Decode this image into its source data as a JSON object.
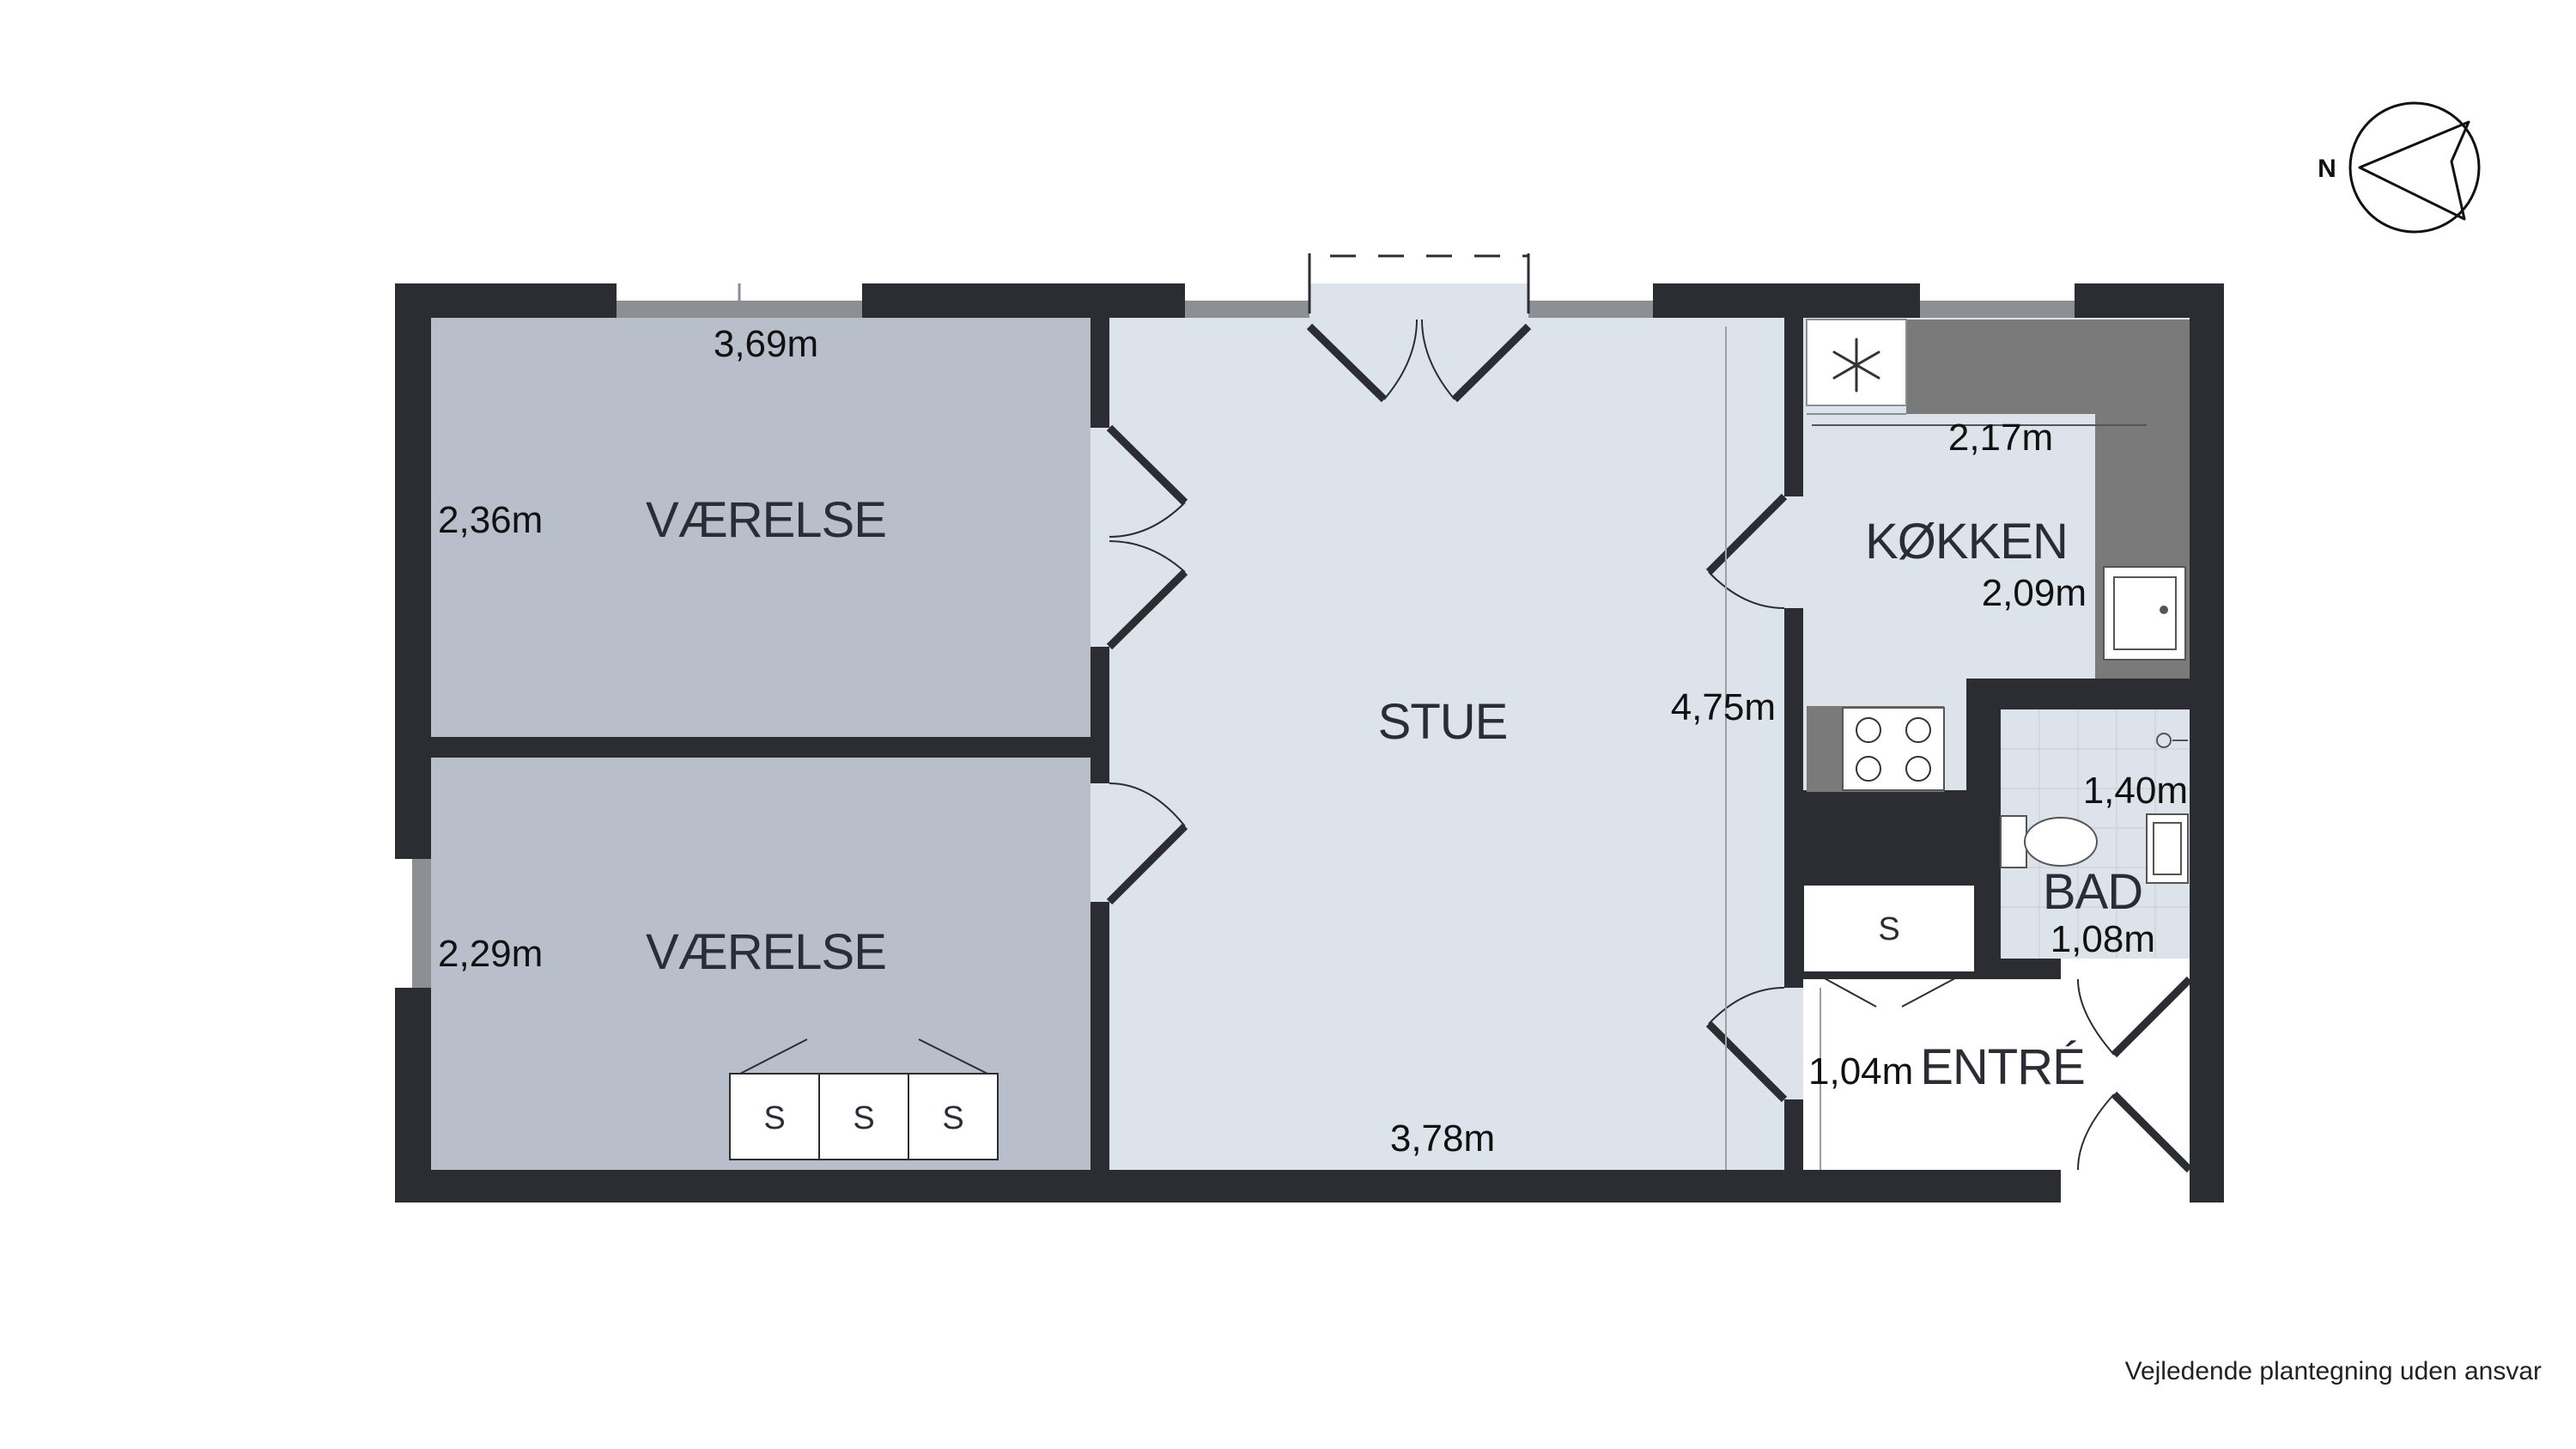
{
  "rooms": {
    "vaerelse_top": {
      "name": "VÆRELSE",
      "dims": [
        "3,69m",
        "2,36m"
      ]
    },
    "vaerelse_bottom": {
      "name": "VÆRELSE",
      "dims": [
        "2,29m"
      ],
      "closets": [
        "S",
        "S",
        "S"
      ]
    },
    "stue": {
      "name": "STUE",
      "dims": [
        "4,75m",
        "3,78m"
      ]
    },
    "kokken": {
      "name": "KØKKEN",
      "dims": [
        "2,17m",
        "2,09m"
      ]
    },
    "bad": {
      "name": "BAD",
      "dims": [
        "1,40m",
        "1,08m"
      ]
    },
    "entre": {
      "name": "ENTRÉ",
      "dims": [
        "1,04m"
      ],
      "closet": "S"
    }
  },
  "compass": {
    "label": "N"
  },
  "disclaimer": "Vejledende plantegning uden ansvar",
  "colors": {
    "wall": "#2b2d33",
    "bedroom_floor": "#b9bfca",
    "living_floor": "#dde3eb",
    "kitchen_floor": "#dde3eb",
    "counter": "#7a7a7a",
    "window": "#8c8f93"
  }
}
